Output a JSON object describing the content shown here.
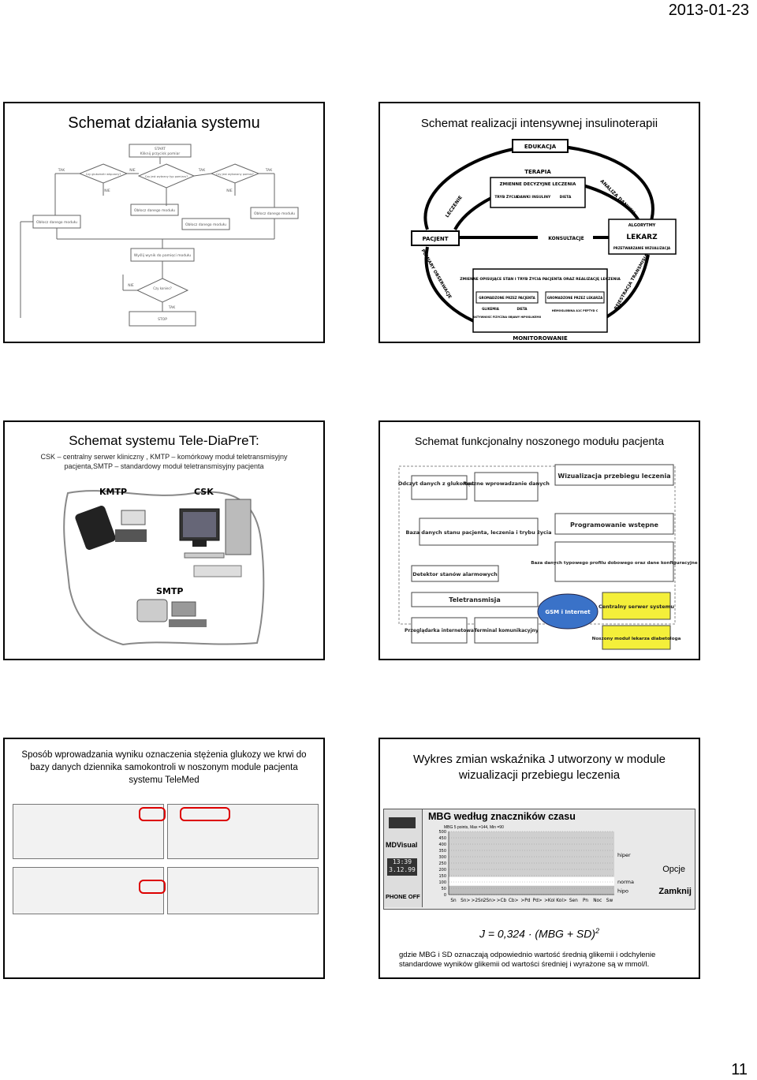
{
  "header": {
    "date": "2013-01-23"
  },
  "footer": {
    "page_number": "11"
  },
  "slides": [
    {
      "title": "Schemat działania systemu",
      "flow": {
        "start": "START",
        "start_sub": "Kliknij przycisk pomiar",
        "q1": "Czy glukometr włączony?",
        "q2": "Czy jest wybrany typ pomiaru?",
        "q3": "Czy jest wykonany pomiar?",
        "yes": "TAK",
        "no": "NIE",
        "box_left": "Obłocz danego modułu",
        "box_mid": "Obłocz danego modułu",
        "box_mid2": "Obłocz danego modułu",
        "box_right": "Obłocz danego modułu",
        "box_send": "Wyślij wynik do pamięci modułu",
        "q4": "Czy koniec?",
        "stop": "STOP"
      }
    },
    {
      "title": "Schemat realizacji intensywnej insulinoterapii",
      "labels": {
        "edukacja": "EDUKACJA",
        "terapia": "TERAPIA",
        "zmienne_decyzyjne": "ZMIENNE DECYZYJNE LECZENIA",
        "tryb": "TRYB ŻYCIA",
        "dawki": "DAWKI INSULINY",
        "dieta": "DIETA",
        "leczenie": "LECZENIE",
        "analiza": "ANALIZA DANYCH",
        "pacjent": "PACJENT",
        "konsultacje": "KONSULTACJE",
        "algorytmy": "ALGORYTMY",
        "lekarz": "LEKARZ",
        "przetwarzanie": "PRZETWARZANIE WIZUALIZACJA",
        "pomiary": "POMIARY OBSERWACJE",
        "rejestracja": "REJESTRACJA TRANSMISJA",
        "zmienne_opisujace": "ZMIENNE OPISUJĄCE STAN I TRYB ŻYCIA PACJENTA ORAZ REALIZACJĘ LECZENIA",
        "gromadzone_pacjenta": "GROMADZONE PRZEZ PACJENTA",
        "gromadzone_lekarza": "GROMADZONE PRZEZ LEKARZA",
        "glikemia": "GLIKEMIA",
        "dieta2": "DIETA",
        "aktywnosc": "AKTYWNOŚĆ FIZYCZNA OBJAWY HIPOGLIKEMII",
        "hemoglobina": "HEMOGLOBINA A1C PEPTYD C",
        "monitorowanie": "MONITOROWANIE"
      }
    },
    {
      "title": "Schemat systemu Tele-DiaPreT:",
      "subtitle": "CSK – centralny serwer kliniczny , KMTP – komórkowy moduł teletransmisyjny pacjenta,SMTP – standardowy moduł teletransmisyjny pacjenta",
      "labels": {
        "kmtp": "KMTP",
        "csk": "CSK",
        "smtp": "SMTP"
      }
    },
    {
      "title": "Schemat funkcjonalny noszonego modułu pacjenta",
      "boxes": {
        "odczyt": "Odczyt danych z glukometru",
        "reczne": "Ręczne wprowadzanie danych",
        "wizualizacja": "Wizualizacja przebiegu leczenia",
        "baza_stanu": "Baza danych stanu pacjenta, leczenia i trybu życia",
        "programowanie": "Programowanie wstępne",
        "baza_typowego": "Baza danych typowego profilu dobowego oraz dane konfiguracyjne",
        "detektor": "Detektor stanów alarmowych",
        "teletransmisja": "Teletransmisja",
        "gsm": "GSM i Internet",
        "centralny": "Centralny serwer systemu",
        "przegladarka": "Przeglądarka internetowa",
        "terminal": "Terminal komunikacyjny",
        "noszony_lekarza": "Noszony moduł lekarza diabetologa"
      }
    },
    {
      "title": "Sposób wprowadzania wyniku oznaczenia stężenia glukozy we krwi do bazy danych dziennika samokontroli w noszonym module pacjenta systemu TeleMed"
    },
    {
      "title": "Wykres zmian wskaźnika J utworzony w module wizualizacji przebiegu leczenia",
      "device": {
        "brand": "MDVisual",
        "time": "13:39",
        "date": "3.12.99",
        "phone_off": "PHONE OFF",
        "opcje": "Opcje",
        "zamknij": "Zamknij"
      },
      "chart_title": "MBG według znaczników czasu",
      "chart_info": "MBG 5 points, Max =144, Min =90",
      "formula": "J = 0,324 · (MBG + SD)",
      "formula_sup": "2",
      "note": "gdzie MBG i SD oznaczają odpowiednio wartość średnią glikemii i odchylenie standardowe wyników glikemii od wartości średniej i wyrażone są w mmol/l."
    }
  ],
  "chart_data": {
    "type": "area",
    "title": "MBG według znaczników czasu",
    "subtitle": "MBG 5 points, Max =144, Min =90",
    "categories": [
      "Sn",
      "Sn>",
      ">2Sn",
      "2Sn>",
      ">Cb",
      "Cb>",
      ">Pd",
      "Pd>",
      ">Kol",
      "Kol>",
      "Sen",
      "Pn",
      "Noc",
      "Sw"
    ],
    "y_ticks": [
      0,
      50,
      100,
      150,
      200,
      250,
      300,
      350,
      400,
      450,
      500
    ],
    "ylim": [
      0,
      500
    ],
    "bands": [
      {
        "name": "hiper",
        "from": 140,
        "to": 500
      },
      {
        "name": "norma",
        "from": 70,
        "to": 140
      },
      {
        "name": "hipo",
        "from": 0,
        "to": 70
      }
    ]
  }
}
